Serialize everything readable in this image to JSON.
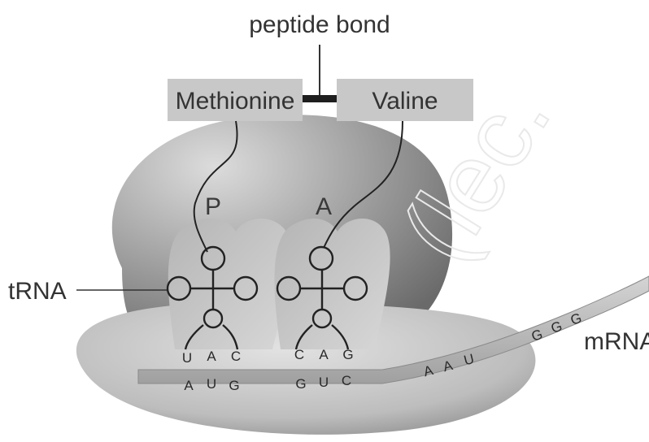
{
  "labels": {
    "peptide_bond": "peptide bond",
    "methionine": "Methionine",
    "valine": "Valine",
    "p_site": "P",
    "a_site": "A",
    "trna": "tRNA",
    "mrna": "mRNA"
  },
  "anticodons": {
    "p": [
      "U",
      "A",
      "C"
    ],
    "a": [
      "C",
      "A",
      "G"
    ]
  },
  "codons": {
    "p": [
      "A",
      "U",
      "G"
    ],
    "a": [
      "G",
      "U",
      "C"
    ],
    "next": [
      "A",
      "A",
      "U"
    ],
    "far": [
      "G",
      "G",
      "G"
    ]
  },
  "watermark": "(lec."
}
